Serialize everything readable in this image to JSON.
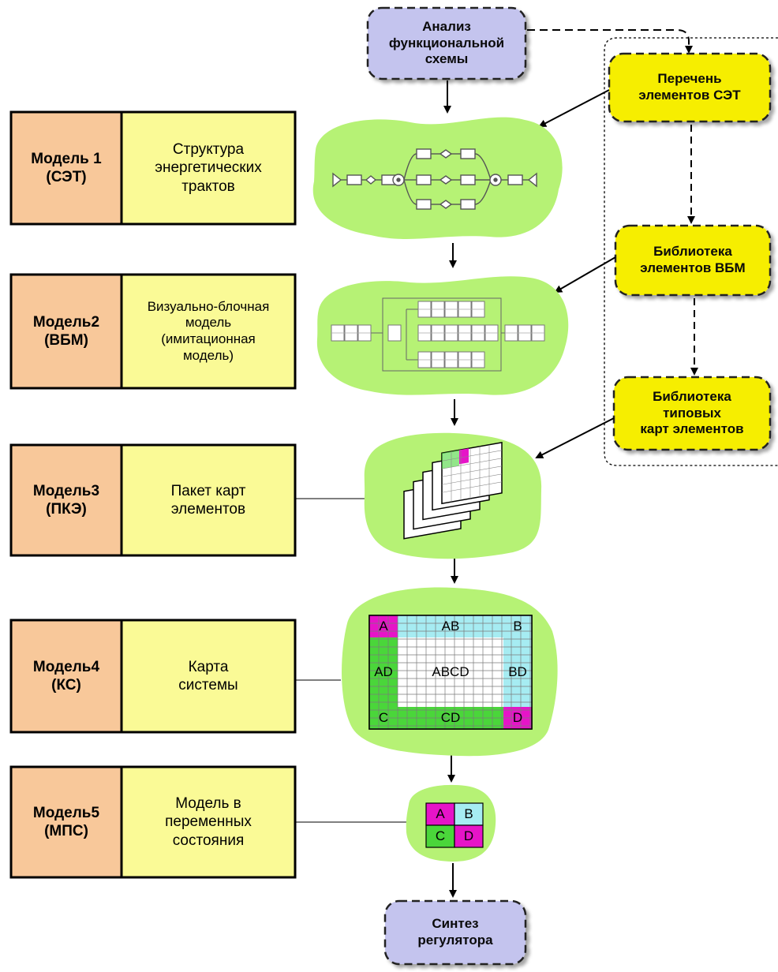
{
  "top": {
    "text": "Анализ\nфункциональной\nсхемы"
  },
  "bottom": {
    "text": "Синтез\nрегулятора"
  },
  "library": [
    {
      "id": "lib-set",
      "text": "Перечень\nэлементов СЭТ"
    },
    {
      "id": "lib-vbm",
      "text": "Библиотека\nэлементов ВБМ"
    },
    {
      "id": "lib-cards",
      "text": "Библиотека\nтиповых\nкарт элементов"
    }
  ],
  "models": [
    {
      "id": "model1",
      "label": "Модель 1\n(СЭТ)",
      "desc": "Структура\nэнергетических\nтрактов"
    },
    {
      "id": "model2",
      "label": "Модель2\n(ВБМ)",
      "desc": "Визуально-блочная\nмодель\n(имитационная\nмодель)"
    },
    {
      "id": "model3",
      "label": "Модель3\n(ПКЭ)",
      "desc": "Пакет карт\nэлементов"
    },
    {
      "id": "model4",
      "label": "Модель4\n(КС)",
      "desc": "Карта\nсистемы"
    },
    {
      "id": "model5",
      "label": "Модель5\n(МПС)",
      "desc": "Модель в\nпеременных\nсостояния"
    }
  ],
  "system_map": {
    "a": "A",
    "ab": "AB",
    "b": "B",
    "ad": "AD",
    "abcd": "ABCD",
    "bd": "BD",
    "c": "C",
    "cd": "CD",
    "d": "D"
  },
  "state_model": {
    "a": "A",
    "b": "B",
    "c": "C",
    "d": "D"
  },
  "colors": {
    "model_id_fill": "#f8c89a",
    "model_desc_fill": "#fafa96",
    "blob_fill": "#b6f275",
    "top_bottom_fill": "#c4c4ee",
    "library_fill": "#f6ee00",
    "magenta": "#e614c8",
    "cyan": "#a6ecf2",
    "green": "#4ad63a"
  }
}
